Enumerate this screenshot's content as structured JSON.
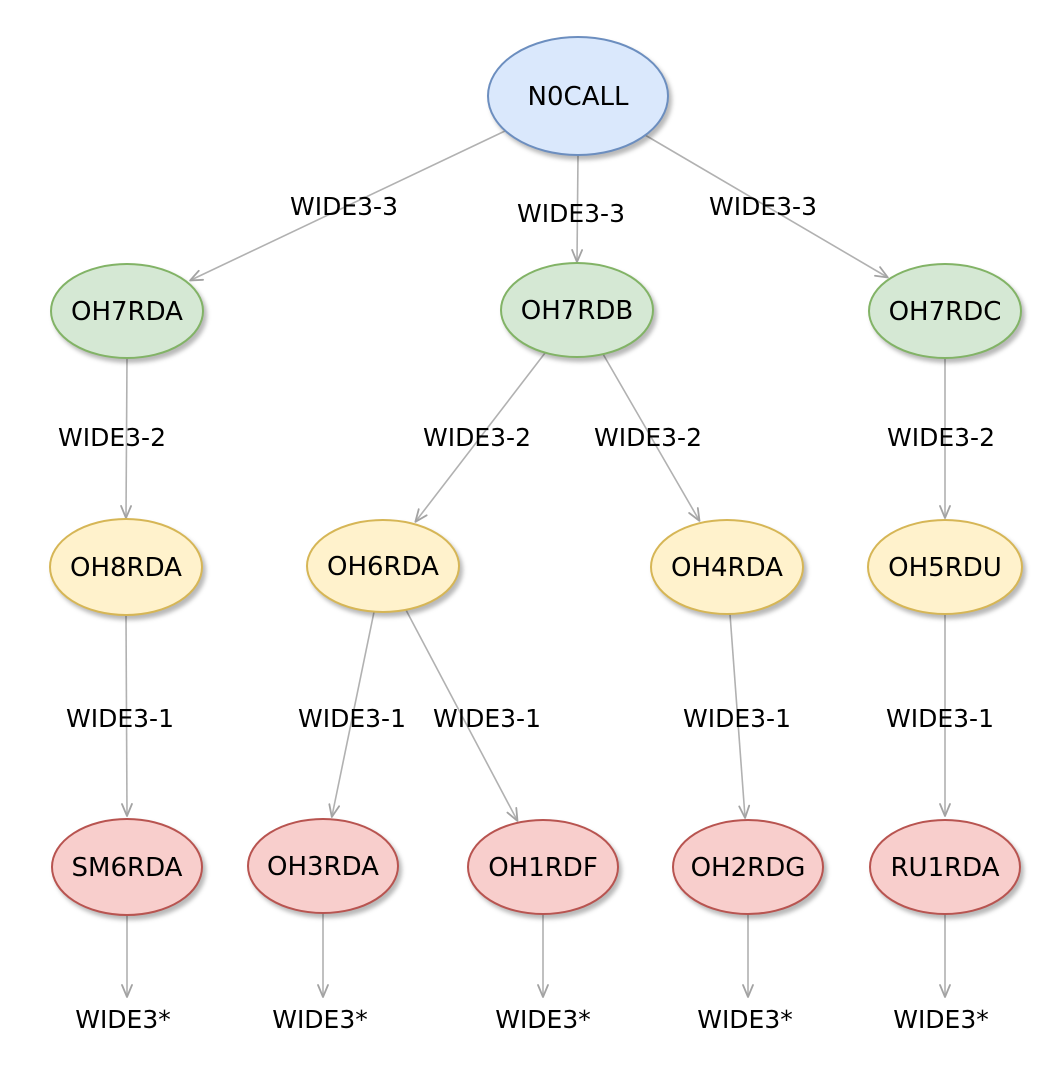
{
  "diagram": {
    "type": "tree",
    "description": "APRS digipeater path propagation tree from N0CALL via WIDE3-3",
    "canvas": {
      "background": "#ffffff"
    },
    "colors": {
      "origin_fill": "#dae8fc",
      "origin_stroke": "#6c8ebf",
      "hop1_fill": "#d5e8d4",
      "hop1_stroke": "#82b366",
      "hop2_fill": "#fff2cc",
      "hop2_stroke": "#d6b656",
      "hop3_fill": "#f8cecc",
      "hop3_stroke": "#b85450",
      "edge_line": "#b1b1b1",
      "label_text": "#000000"
    },
    "nodes": [
      {
        "id": "N0CALL",
        "label": "N0CALL",
        "role": "origin"
      },
      {
        "id": "OH7RDA",
        "label": "OH7RDA",
        "role": "first-hop"
      },
      {
        "id": "OH7RDB",
        "label": "OH7RDB",
        "role": "first-hop"
      },
      {
        "id": "OH7RDC",
        "label": "OH7RDC",
        "role": "first-hop"
      },
      {
        "id": "OH8RDA",
        "label": "OH8RDA",
        "role": "second-hop"
      },
      {
        "id": "OH6RDA",
        "label": "OH6RDA",
        "role": "second-hop"
      },
      {
        "id": "OH4RDA",
        "label": "OH4RDA",
        "role": "second-hop"
      },
      {
        "id": "OH5RDU",
        "label": "OH5RDU",
        "role": "second-hop"
      },
      {
        "id": "SM6RDA",
        "label": "SM6RDA",
        "role": "third-hop"
      },
      {
        "id": "OH3RDA",
        "label": "OH3RDA",
        "role": "third-hop"
      },
      {
        "id": "OH1RDF",
        "label": "OH1RDF",
        "role": "third-hop"
      },
      {
        "id": "OH2RDG",
        "label": "OH2RDG",
        "role": "third-hop"
      },
      {
        "id": "RU1RDA",
        "label": "RU1RDA",
        "role": "third-hop"
      }
    ],
    "edges": [
      {
        "from": "N0CALL",
        "to": "OH7RDA",
        "label": "WIDE3-3"
      },
      {
        "from": "N0CALL",
        "to": "OH7RDB",
        "label": "WIDE3-3"
      },
      {
        "from": "N0CALL",
        "to": "OH7RDC",
        "label": "WIDE3-3"
      },
      {
        "from": "OH7RDA",
        "to": "OH8RDA",
        "label": "WIDE3-2"
      },
      {
        "from": "OH7RDB",
        "to": "OH6RDA",
        "label": "WIDE3-2"
      },
      {
        "from": "OH7RDB",
        "to": "OH4RDA",
        "label": "WIDE3-2"
      },
      {
        "from": "OH7RDC",
        "to": "OH5RDU",
        "label": "WIDE3-2"
      },
      {
        "from": "OH8RDA",
        "to": "SM6RDA",
        "label": "WIDE3-1"
      },
      {
        "from": "OH6RDA",
        "to": "OH3RDA",
        "label": "WIDE3-1"
      },
      {
        "from": "OH6RDA",
        "to": "OH1RDF",
        "label": "WIDE3-1"
      },
      {
        "from": "OH4RDA",
        "to": "OH2RDG",
        "label": "WIDE3-1"
      },
      {
        "from": "OH5RDU",
        "to": "RU1RDA",
        "label": "WIDE3-1"
      }
    ],
    "terminals": [
      {
        "from": "SM6RDA",
        "label": "WIDE3*"
      },
      {
        "from": "OH3RDA",
        "label": "WIDE3*"
      },
      {
        "from": "OH1RDF",
        "label": "WIDE3*"
      },
      {
        "from": "OH2RDG",
        "label": "WIDE3*"
      },
      {
        "from": "RU1RDA",
        "label": "WIDE3*"
      }
    ]
  }
}
